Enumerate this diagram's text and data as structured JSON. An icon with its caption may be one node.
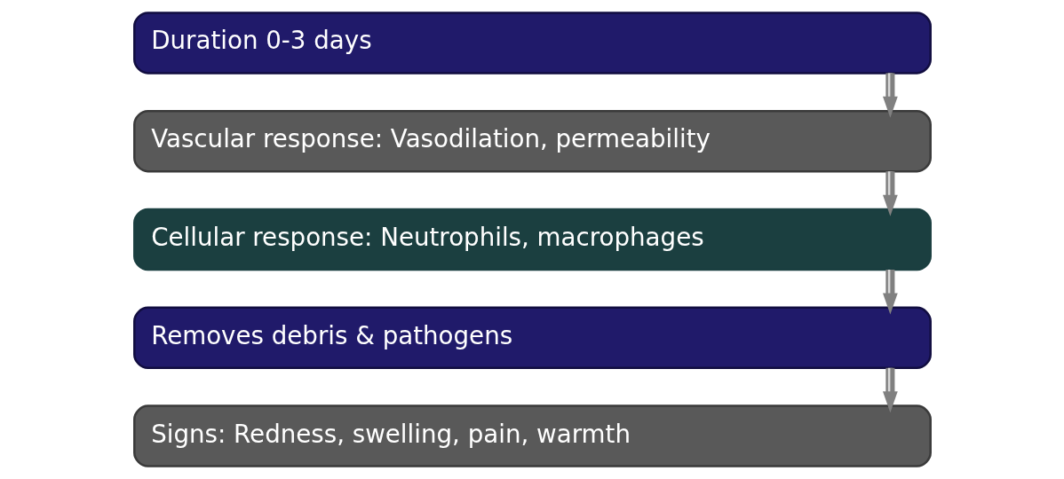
{
  "diagram": {
    "nodes": [
      {
        "text": [
          "Duration 0-3 days"
        ]
      },
      {
        "text": [
          "Vascular response: Vasodilation, permeability"
        ]
      },
      {
        "text": [
          "Cellular response: Neutrophils, macrophages"
        ]
      },
      {
        "text": [
          "Removes debris & pathogens"
        ]
      },
      {
        "text": [
          "Signs: Redness, swelling, pain, warmth"
        ]
      }
    ],
    "edges": [
      {
        "from": 0,
        "to": 1,
        "arrow": "to"
      },
      {
        "from": 1,
        "to": 2,
        "arrow": "to"
      },
      {
        "from": 2,
        "to": 3,
        "arrow": "to"
      },
      {
        "from": 3,
        "to": 4,
        "arrow": "to"
      }
    ]
  }
}
